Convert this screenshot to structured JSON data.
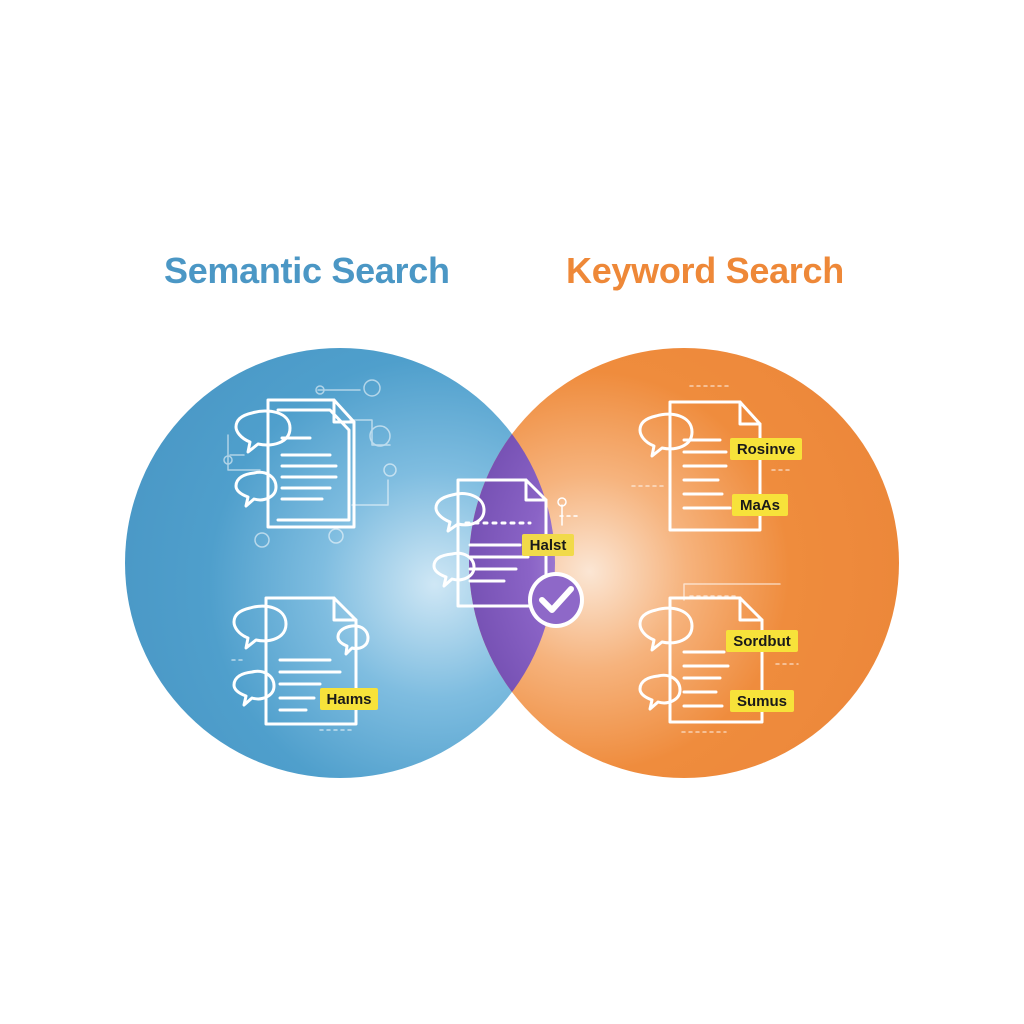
{
  "headings": {
    "left": "Semantic Search",
    "right": "Keyword Search"
  },
  "colors": {
    "left_circle": "#4f9fcc",
    "right_circle": "#ef8c3d",
    "overlap": "#7752b3",
    "highlight_tag": "#f7e23a",
    "left_heading": "#4b97c5",
    "right_heading": "#ee8838"
  },
  "tags": {
    "semantic_doc_2": "Haıms",
    "overlap_doc": "Halst",
    "keyword_doc_1_top": "Rosinve",
    "keyword_doc_1_bottom": "MaAs",
    "keyword_doc_2_top": "Sordbut",
    "keyword_doc_2_bottom": "Sumus"
  },
  "icons": {
    "document": "document-icon",
    "speech_bubble": "speech-bubble-icon",
    "check": "check-badge-icon"
  }
}
